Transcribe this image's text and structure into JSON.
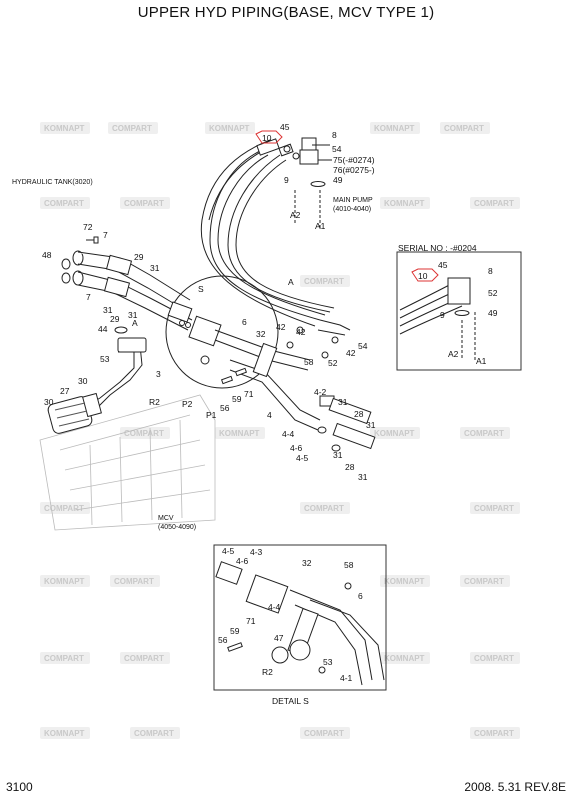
{
  "title": "UPPER HYD PIPING(BASE, MCV TYPE 1)",
  "footer": {
    "page_no": "3100",
    "date_rev": "2008. 5.31  REV.8E"
  },
  "watermark": {
    "kompart": "KOMNAPT",
    "compart": "COMPART"
  },
  "labels": {
    "hyd_tank": "HYDRAULIC TANK(3020)",
    "main_pump": "MAIN PUMP",
    "main_pump_no": "(4010-4040)",
    "serial_no": "SERIAL NO : -#0204",
    "mcv": "MCV",
    "mcv_no": "(4050-4090)",
    "detail_s": "DETAIL  S"
  },
  "callouts": {
    "n10": "10",
    "n45": "45",
    "n8": "8",
    "n54": "54",
    "n75": "75(-#0274)",
    "n76": "76(#0275-)",
    "n9": "9",
    "n49": "49",
    "a2": "A2",
    "a1": "A1",
    "n72": "72",
    "n7": "7",
    "n48": "48",
    "n29": "29",
    "n31": "31",
    "s": "S",
    "a": "A",
    "n44": "44",
    "n53": "53",
    "n27": "27",
    "n30": "30",
    "n3": "3",
    "n6": "6",
    "n32": "32",
    "n42": "42",
    "n58": "58",
    "n52": "52",
    "r2": "R2",
    "p2": "P2",
    "p1": "P1",
    "n56": "56",
    "n71": "71",
    "n59": "59",
    "n4": "4",
    "n4_2": "4-2",
    "n4_4": "4-4",
    "n4_6": "4-6",
    "n4_5": "4-5",
    "n28": "28",
    "n4_3": "4-3",
    "n47": "47",
    "n4_1": "4-1"
  }
}
